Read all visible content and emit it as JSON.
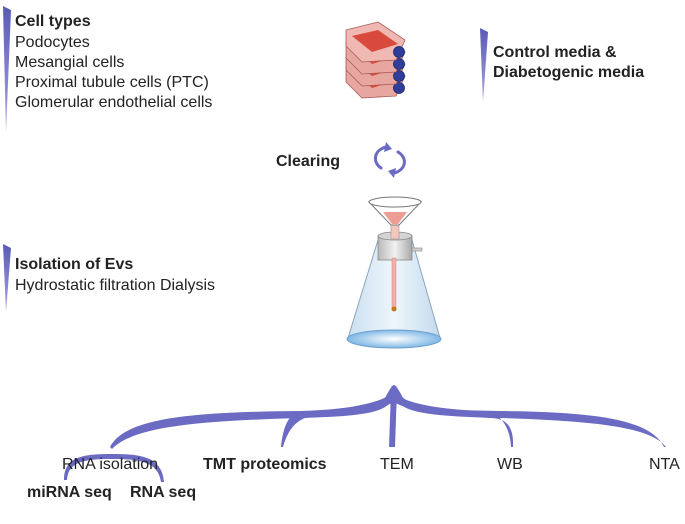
{
  "cell_types": {
    "title": "Cell types",
    "items": [
      "Podocytes",
      "Mesangial cells",
      "Proximal tubule cells (PTC)",
      "Glomerular endothelial cells"
    ]
  },
  "media": {
    "line1": "Control media  &",
    "line2": "Diabetogenic media"
  },
  "clearing": "Clearing",
  "isolation": {
    "title": "Isolation of Evs",
    "subtitle": "Hydrostatic filtration Dialysis"
  },
  "branches": {
    "rna_isolation": "RNA isolation",
    "tmt": "TMT proteomics",
    "tem": "TEM",
    "wb": "WB",
    "nta": "NTA"
  },
  "sub_branches": {
    "mirna_seq": "miRNA seq",
    "rna_seq": "RNA seq"
  },
  "colors": {
    "accent": "#6b6bc4",
    "flask_red": "#d94a3e",
    "flask_body": "#dcecf7",
    "text": "#222222"
  }
}
